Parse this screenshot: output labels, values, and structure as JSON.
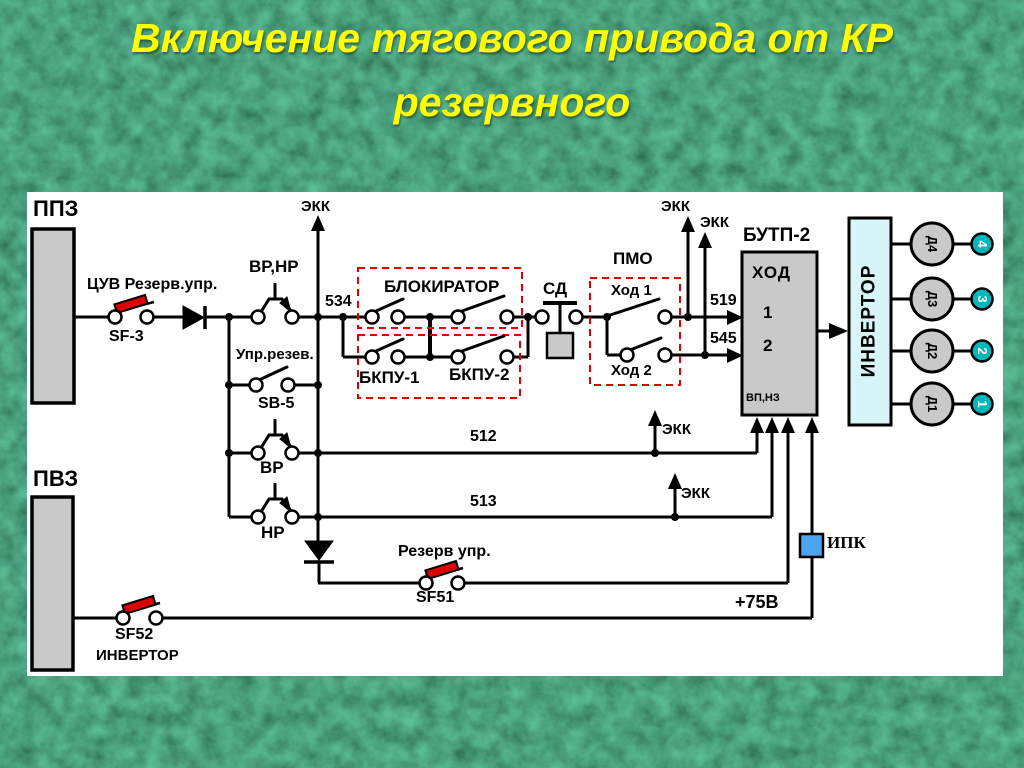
{
  "title": {
    "line1": "Включение тягового привода от КР",
    "line2": "резервного"
  },
  "labels": {
    "ppz": "ППЗ",
    "pvz": "ПВЗ",
    "cuv_rezerv_upr": "ЦУВ Резерв.упр.",
    "sf3": "SF-3",
    "vr_nr": "ВР,НР",
    "upr_rezev": "Упр.резев.",
    "sb5": "SB-5",
    "vr": "ВР",
    "nr": "НР",
    "ekk": "ЭКК",
    "w534": "534",
    "blokirator": "БЛОКИРАТОР",
    "bkpu1": "БКПУ-1",
    "bkpu2": "БКПУ-2",
    "sd": "СД",
    "pmo": "ПМО",
    "hod1": "Ход 1",
    "hod2": "Ход 2",
    "w519": "519",
    "w545": "545",
    "butp2": "БУТП-2",
    "hod": "ХОД",
    "in1": "1",
    "in2": "2",
    "vp_nz": "ВП,НЗ",
    "invertor": "ИНВЕРТОР",
    "w512": "512",
    "w513": "513",
    "rezerv_upr": "Резерв упр.",
    "sf51": "SF51",
    "sf52": "SF52",
    "plus75v": "+75В",
    "ipk": "ИПК"
  },
  "motors": [
    {
      "name": "Д4",
      "num": "4"
    },
    {
      "name": "Д3",
      "num": "3"
    },
    {
      "name": "Д2",
      "num": "2"
    },
    {
      "name": "Д1",
      "num": "1"
    }
  ],
  "colors": {
    "title_yellow": "#ffff00",
    "background_green": "#1e4d33",
    "switch_red": "#dd0000",
    "dashed_red": "#e00000",
    "block_gray": "#c9c9c9",
    "invertor_cyan": "#d7f4f8",
    "motor_tag_teal": "#00b7bc",
    "ipk_blue": "#4da2f2"
  }
}
